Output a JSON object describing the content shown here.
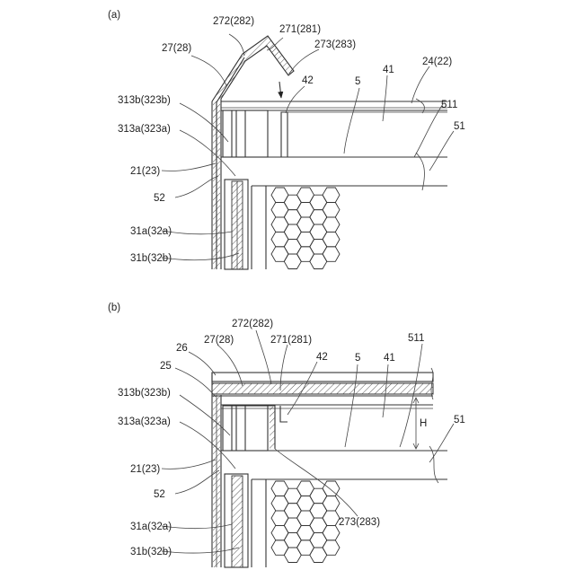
{
  "panels": [
    {
      "id": "a",
      "caption": "(a)",
      "labels": {
        "l272": "272(282)",
        "l271": "271(281)",
        "l273": "273(283)",
        "l27": "27(28)",
        "l24": "24(22)",
        "l42": "42",
        "l5": "5",
        "l41": "41",
        "l511": "511",
        "l313b": "313b(323b)",
        "l313a": "313a(323a)",
        "l51": "51",
        "l21": "21(23)",
        "l52": "52",
        "l31a": "31a(32a)",
        "l31b": "31b(32b)"
      }
    },
    {
      "id": "b",
      "caption": "(b)",
      "labels": {
        "l272": "272(282)",
        "l27": "27(28)",
        "l271": "271(281)",
        "l511": "511",
        "l26": "26",
        "l42": "42",
        "l5": "5",
        "l41": "41",
        "l25": "25",
        "l313b": "313b(323b)",
        "lH": "H",
        "l313a": "313a(323a)",
        "l51": "51",
        "l21": "21(23)",
        "l52": "52",
        "l273": "273(283)",
        "l31a": "31a(32a)",
        "l31b": "31b(32b)"
      }
    }
  ]
}
